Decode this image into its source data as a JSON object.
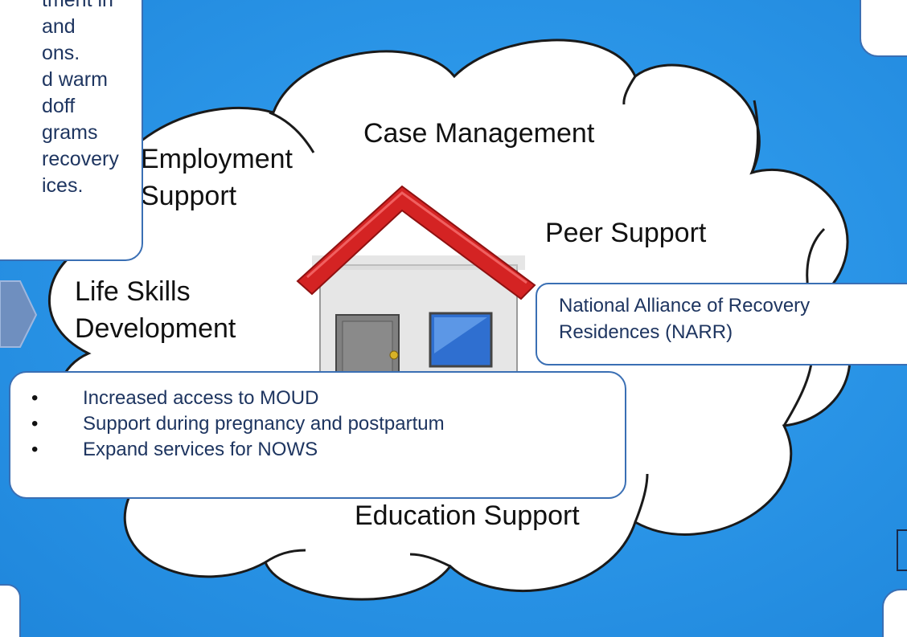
{
  "colors": {
    "background": "#2b96e8",
    "cloud_fill": "#ffffff",
    "cloud_outline": "#1a1a1a",
    "box_border": "#3a6fb4",
    "roof": "#d42323",
    "house_wall": "#e6e6e6",
    "window": "#2f6fd0"
  },
  "cloud_labels": {
    "case_management": "Case Management",
    "employment_support": "Employment\nSupport",
    "peer_support": "Peer Support",
    "life_skills": "Life Skills\nDevelopment",
    "education_support": "Education Support"
  },
  "left_box": {
    "lines": [
      "tment in",
      "and",
      "ons.",
      "d warm",
      "doff",
      "grams",
      "recovery",
      "ices."
    ]
  },
  "narr_box": {
    "lines": [
      "National Alliance of Recovery",
      "Residences (NARR)"
    ]
  },
  "bullet_box": {
    "items": [
      "Increased access to MOUD",
      "Support during pregnancy and postpartum",
      "Expand services for NOWS"
    ]
  },
  "icons": {
    "center": "house-icon",
    "left_edge": "chevron-right-icon"
  }
}
